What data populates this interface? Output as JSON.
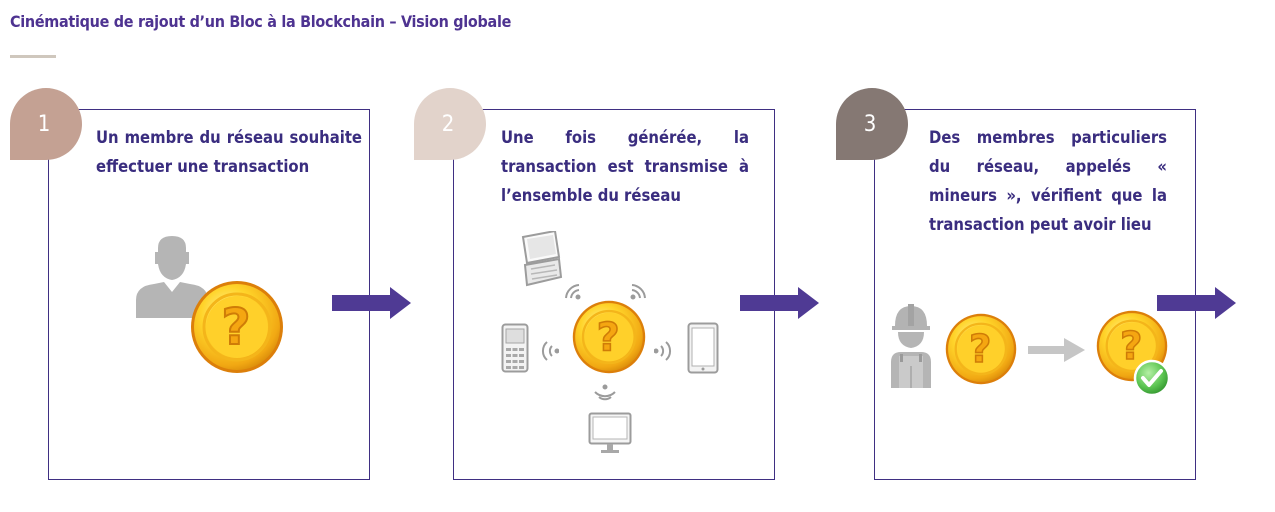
{
  "page": {
    "title": "Cinématique de rajout d’un Bloc à la Blockchain – Vision globale"
  },
  "colors": {
    "title_text": "#4e3391",
    "body_text": "#3a2d7f",
    "card_border": "#3f2f82",
    "arrow": "#4f3a94",
    "badge_1": "#c4a193",
    "badge_2": "#e2d3cb",
    "badge_3": "#857873",
    "icon_grey": "#b5b5b5",
    "coin_gold": "#f6c21d",
    "check_green": "#5cc552"
  },
  "steps": [
    {
      "number": "1",
      "text": "Un membre du réseau souhaite effectuer une transaction",
      "icons": [
        "user-silhouette-icon",
        "coin-question-icon"
      ]
    },
    {
      "number": "2",
      "text": "Une fois générée, la transaction est transmise à l’ensemble du réseau",
      "icons": [
        "laptop-icon",
        "mobile-phone-icon",
        "tablet-icon",
        "monitor-icon",
        "wifi-signal-icon",
        "coin-question-icon"
      ]
    },
    {
      "number": "3",
      "text": "Des membres particuliers du réseau, appelés « mineurs », vérifient que la transaction peut avoir lieu",
      "icons": [
        "miner-worker-icon",
        "coin-question-icon",
        "grey-arrow-icon",
        "coin-validated-icon",
        "check-icon"
      ]
    }
  ]
}
